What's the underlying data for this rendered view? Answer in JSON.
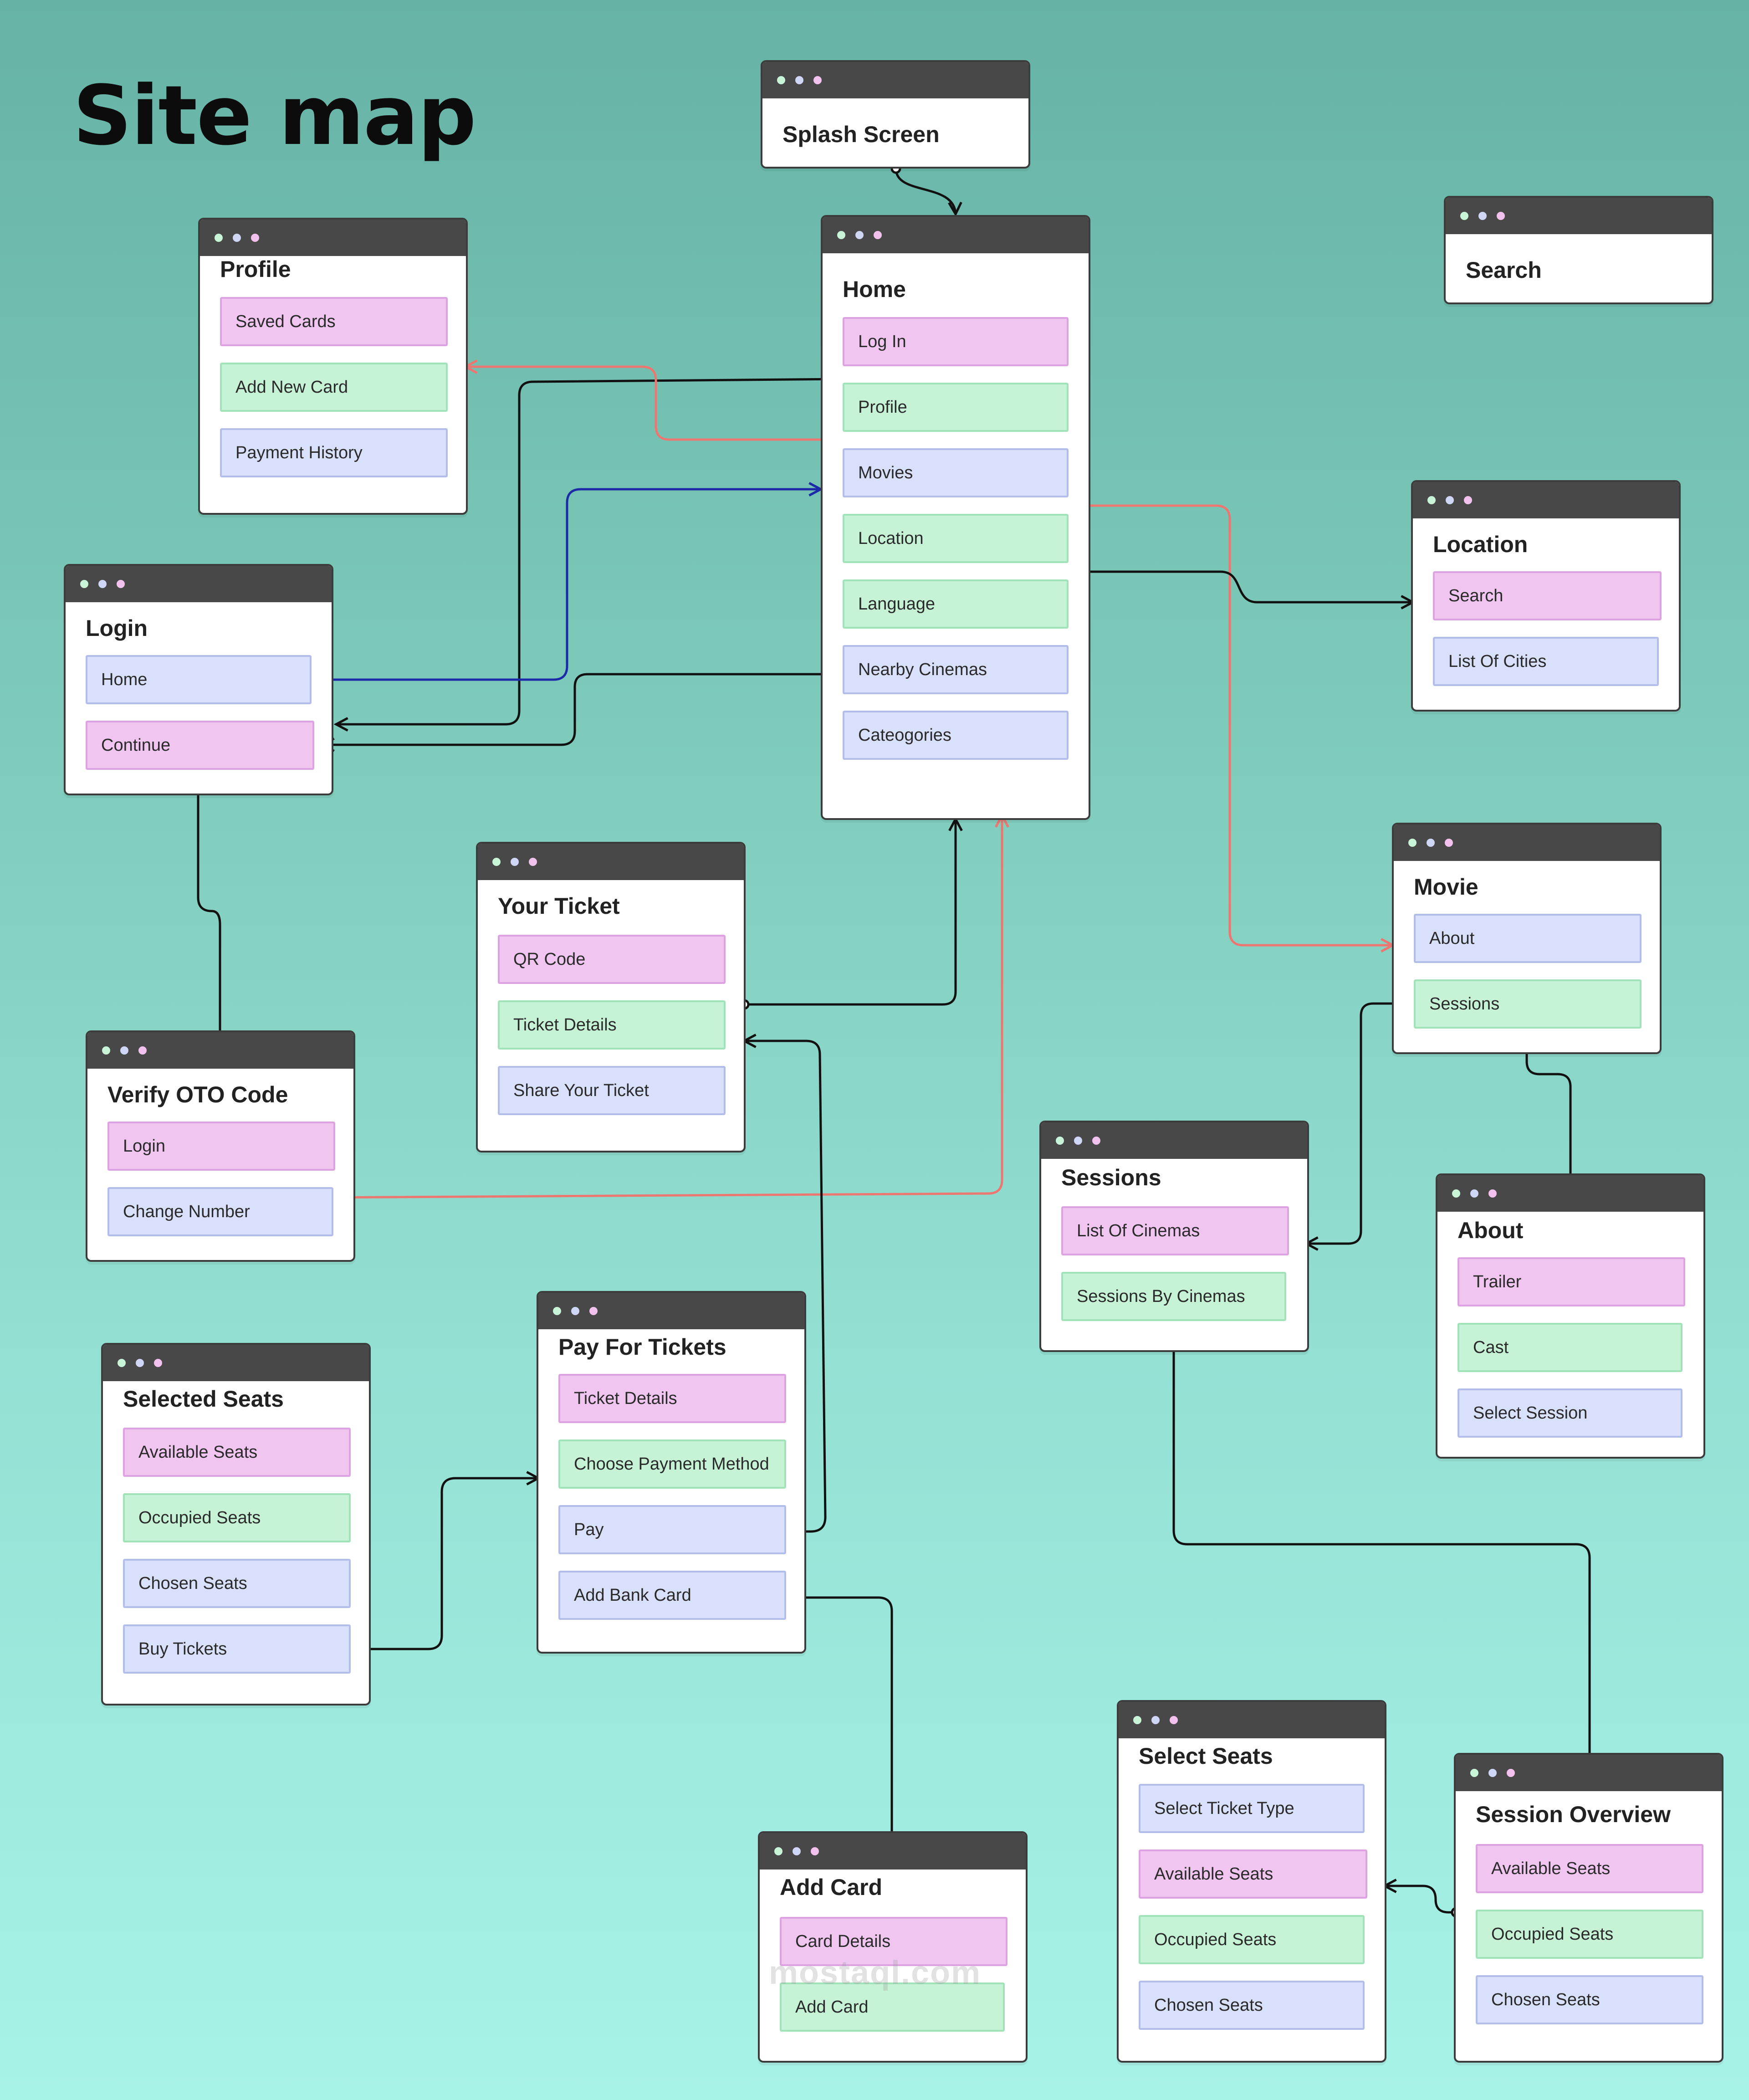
{
  "title": "Site map",
  "watermark": "mostaql.com",
  "window_dots": [
    "#c8f4d8",
    "#cfd6f6",
    "#f2c1ee"
  ],
  "link_colors": {
    "black": "#111111",
    "red": "#ee7670",
    "blue": "#1c2aa8"
  },
  "item_colors": {
    "pink": "#f0c6f1",
    "green": "#c6f3d5",
    "blue": "#d9e0fb"
  },
  "windows": {
    "splash": {
      "title": "Splash Screen",
      "items": []
    },
    "home": {
      "title": "Home",
      "items": [
        "Log In",
        "Profile",
        "Movies",
        "Location",
        "Language",
        "Nearby Cinemas",
        "Cateogories"
      ]
    },
    "search": {
      "title": "Search",
      "items": []
    },
    "profile": {
      "title": "Profile",
      "items": [
        "Saved Cards",
        "Add New Card",
        "Payment History"
      ]
    },
    "login": {
      "title": "Login",
      "items": [
        "Home",
        "Continue"
      ]
    },
    "location": {
      "title": "Location",
      "items": [
        "Search",
        "List Of Cities"
      ]
    },
    "movie": {
      "title": "Movie",
      "items": [
        "About",
        "Sessions"
      ]
    },
    "ticket": {
      "title": "Your Ticket",
      "items": [
        "QR Code",
        "Ticket Details",
        "Share Your Ticket"
      ]
    },
    "verify": {
      "title": "Verify OTO Code",
      "items": [
        "Login",
        "Change Number"
      ]
    },
    "sessions": {
      "title": "Sessions",
      "items": [
        "List Of Cinemas",
        "Sessions By Cinemas"
      ]
    },
    "about": {
      "title": "About",
      "items": [
        "Trailer",
        "Cast",
        "Select Session"
      ]
    },
    "pay": {
      "title": "Pay For Tickets",
      "items": [
        "Ticket Details",
        "Choose Payment Method",
        "Pay",
        "Add Bank Card"
      ]
    },
    "selected": {
      "title": "Selected Seats",
      "items": [
        "Available Seats",
        "Occupied Seats",
        "Chosen Seats",
        "Buy Tickets"
      ]
    },
    "addcard": {
      "title": "Add Card",
      "items": [
        "Card Details",
        "Add Card"
      ]
    },
    "selectseats": {
      "title": "Select Seats",
      "items": [
        "Select Ticket Type",
        "Available Seats",
        "Occupied Seats",
        "Chosen Seats"
      ]
    },
    "overview": {
      "title": "Session Overview",
      "items": [
        "Available Seats",
        "Occupied Seats",
        "Chosen Seats"
      ]
    }
  }
}
